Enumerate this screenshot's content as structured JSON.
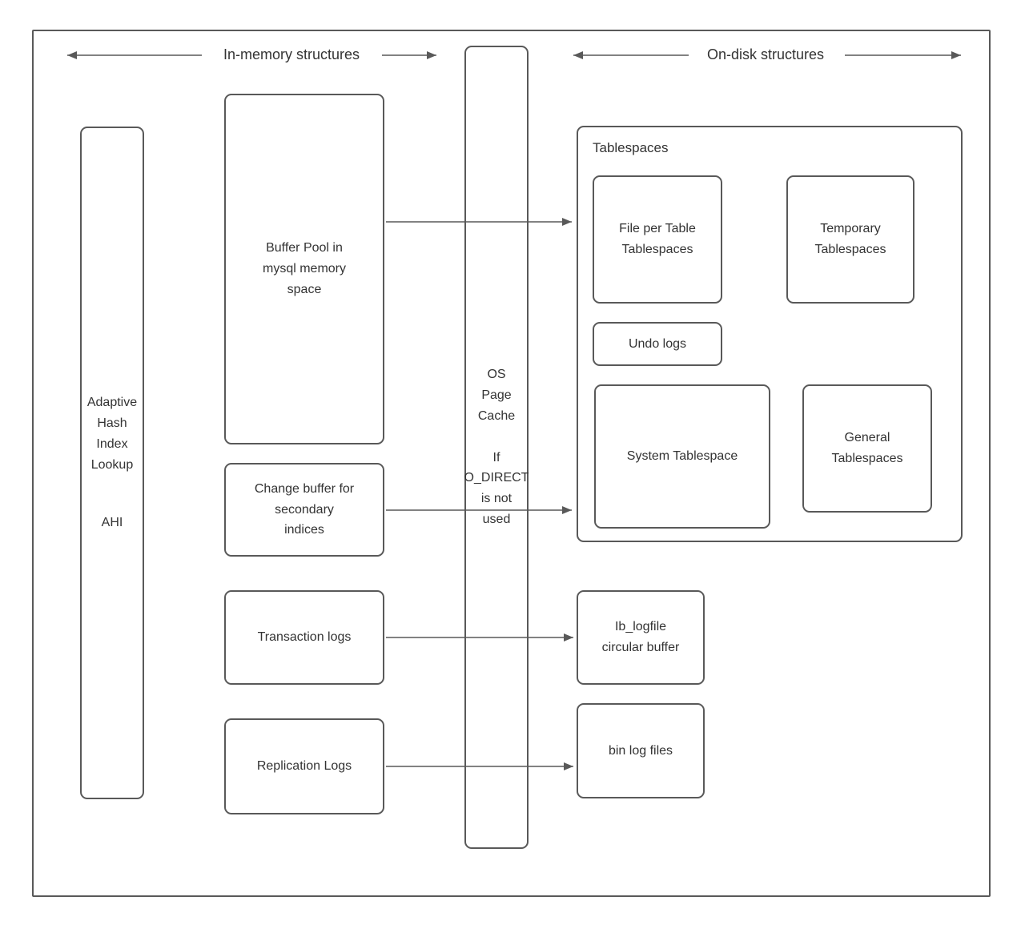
{
  "colors": {
    "border": "#595959",
    "text": "#333333",
    "background": "#ffffff"
  },
  "headers": {
    "in_memory": "In-memory structures",
    "on_disk": "On-disk structures"
  },
  "memory": {
    "ahi_line1": "Adaptive\nHash\nIndex\nLookup",
    "ahi_line2": "AHI",
    "buffer_pool": "Buffer Pool in\nmysql memory\nspace",
    "change_buffer": "Change buffer for\nsecondary\nindices",
    "transaction_logs": "Transaction logs",
    "replication_logs": "Replication Logs"
  },
  "os_cache": {
    "line1": "OS\nPage\nCache",
    "line2": "If\nO_DIRECT\nis not\nused"
  },
  "disk": {
    "tablespaces_title": "Tablespaces",
    "file_per_table": "File per Table\nTablespaces",
    "temporary": "Temporary\nTablespaces",
    "undo_logs": "Undo logs",
    "system_tablespace": "System Tablespace",
    "general": "General\nTablespaces",
    "ib_logfile": "Ib_logfile\ncircular buffer",
    "bin_log": "bin log files"
  }
}
